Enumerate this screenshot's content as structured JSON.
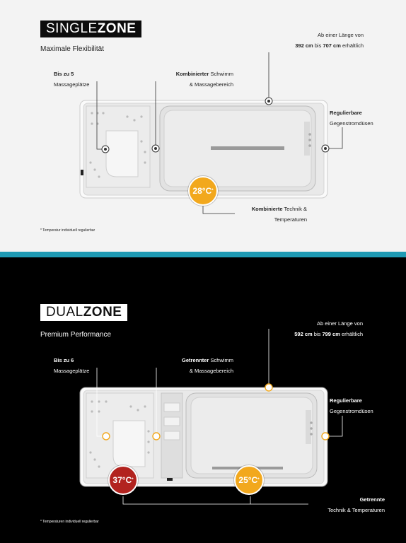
{
  "single": {
    "title_light": "SINGLE",
    "title_bold": "ZONE",
    "subtitle": "Maximale Flexibilität",
    "length_line1": "Ab einer Länge von",
    "length_min": "392 cm",
    "length_mid": "bis",
    "length_max": "707 cm",
    "length_end": "erhältlich",
    "massage_bold": "Bis zu 5",
    "massage_text": "Massageplätze",
    "combined_bold": "Kombinierter",
    "combined_rest": "Schwimm",
    "combined_line2": "& Massagebereich",
    "counter_bold": "Regulierbare",
    "counter_text": "Gegenstromdüsen",
    "temp": "28°C",
    "temp_mark": "*",
    "tech_bold": "Kombinierte",
    "tech_rest": "Technik &",
    "tech_line2": "Temperaturen",
    "footnote": "* Temperatur individuell regulierbar",
    "temp_color": "#f2a81d"
  },
  "dual": {
    "title_light": "DUAL",
    "title_bold": "ZONE",
    "subtitle": "Premium Performance",
    "length_line1": "Ab einer Länge von",
    "length_min": "592 cm",
    "length_mid": "bis",
    "length_max": "799 cm",
    "length_end": "erhältlich",
    "massage_bold": "Bis zu 6",
    "massage_text": "Massageplätze",
    "separate_bold": "Getrennter",
    "separate_rest": "Schwimm",
    "separate_line2": "& Massagebereich",
    "counter_bold": "Regulierbare",
    "counter_text": "Gegenstromdüsen",
    "temp1": "37°C",
    "temp2": "25°C",
    "temp_mark": "*",
    "tech_bold": "Getrennte",
    "tech_line2": "Technik & Temperaturen",
    "footnote": "* Temperaturen individuell regulierbar",
    "temp1_color": "#b2231f",
    "temp2_color": "#f2a81d"
  },
  "accent_color": "#1f9ab4"
}
